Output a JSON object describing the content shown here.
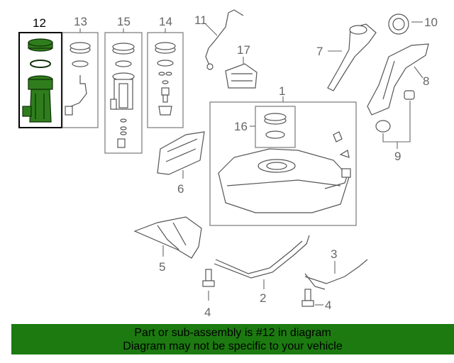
{
  "callouts": {
    "n1": "1",
    "n2": "2",
    "n3": "3",
    "n4a": "4",
    "n4b": "4",
    "n5": "5",
    "n6": "6",
    "n7": "7",
    "n8": "8",
    "n9": "9",
    "n10": "10",
    "n11": "11",
    "n12": "12",
    "n13": "13",
    "n14": "14",
    "n15": "15",
    "n16": "16",
    "n17": "17"
  },
  "highlight": {
    "part": "12",
    "color": "#2f7d1c",
    "banner_color": "#1c7a10"
  },
  "banner": {
    "line1": "Part or sub-assembly is #12 in diagram",
    "line2": "Diagram may not be specific to your vehicle"
  }
}
